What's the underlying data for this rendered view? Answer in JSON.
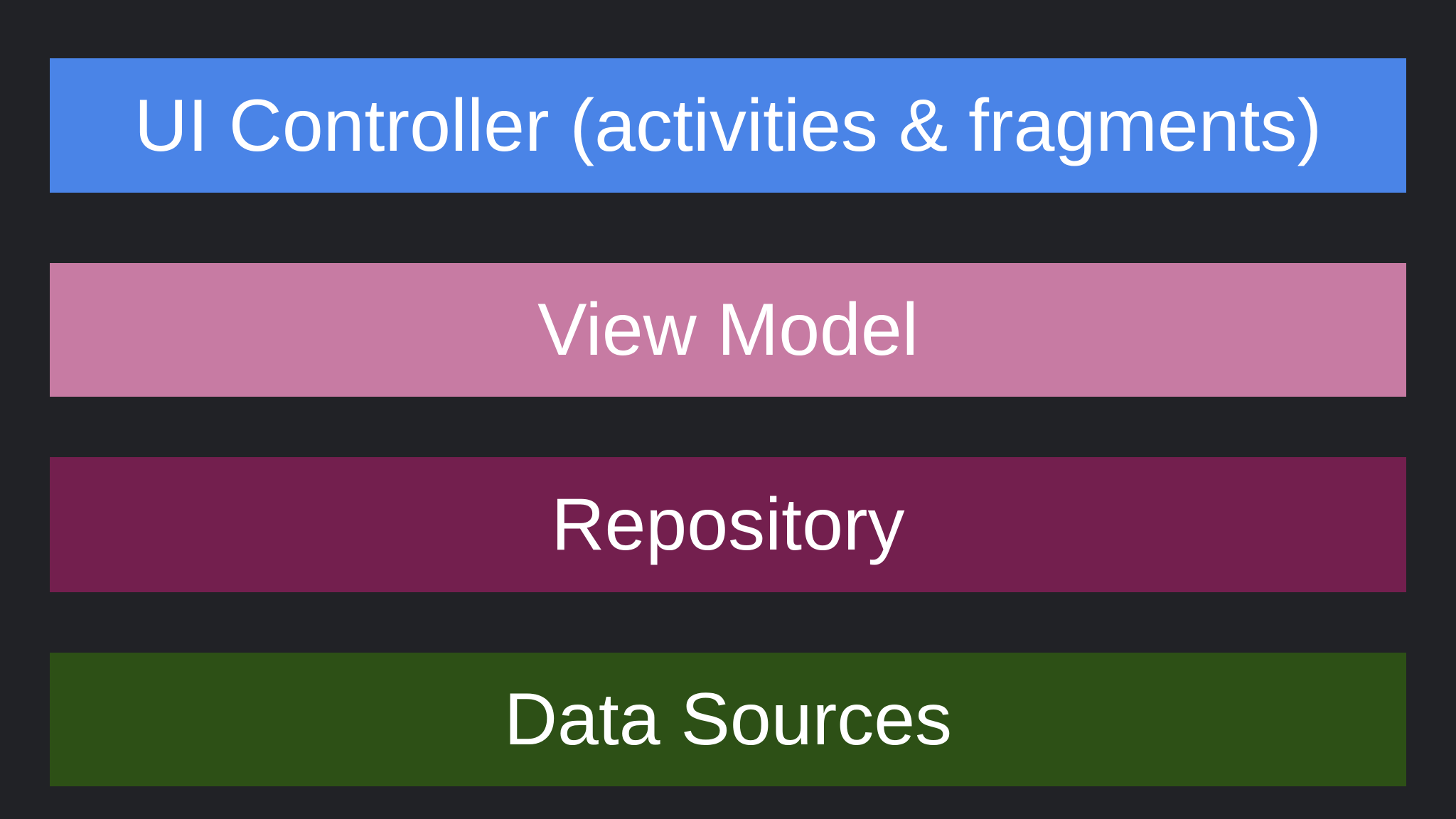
{
  "diagram": {
    "background": "#212226",
    "text_color": "#ffffff",
    "layers": [
      {
        "label": "UI Controller (activities & fragments)",
        "color": "#4a84e7"
      },
      {
        "label": "View Model",
        "color": "#c77ba3"
      },
      {
        "label": "Repository",
        "color": "#731f4e"
      },
      {
        "label": "Data Sources",
        "color": "#2d5016"
      }
    ]
  }
}
